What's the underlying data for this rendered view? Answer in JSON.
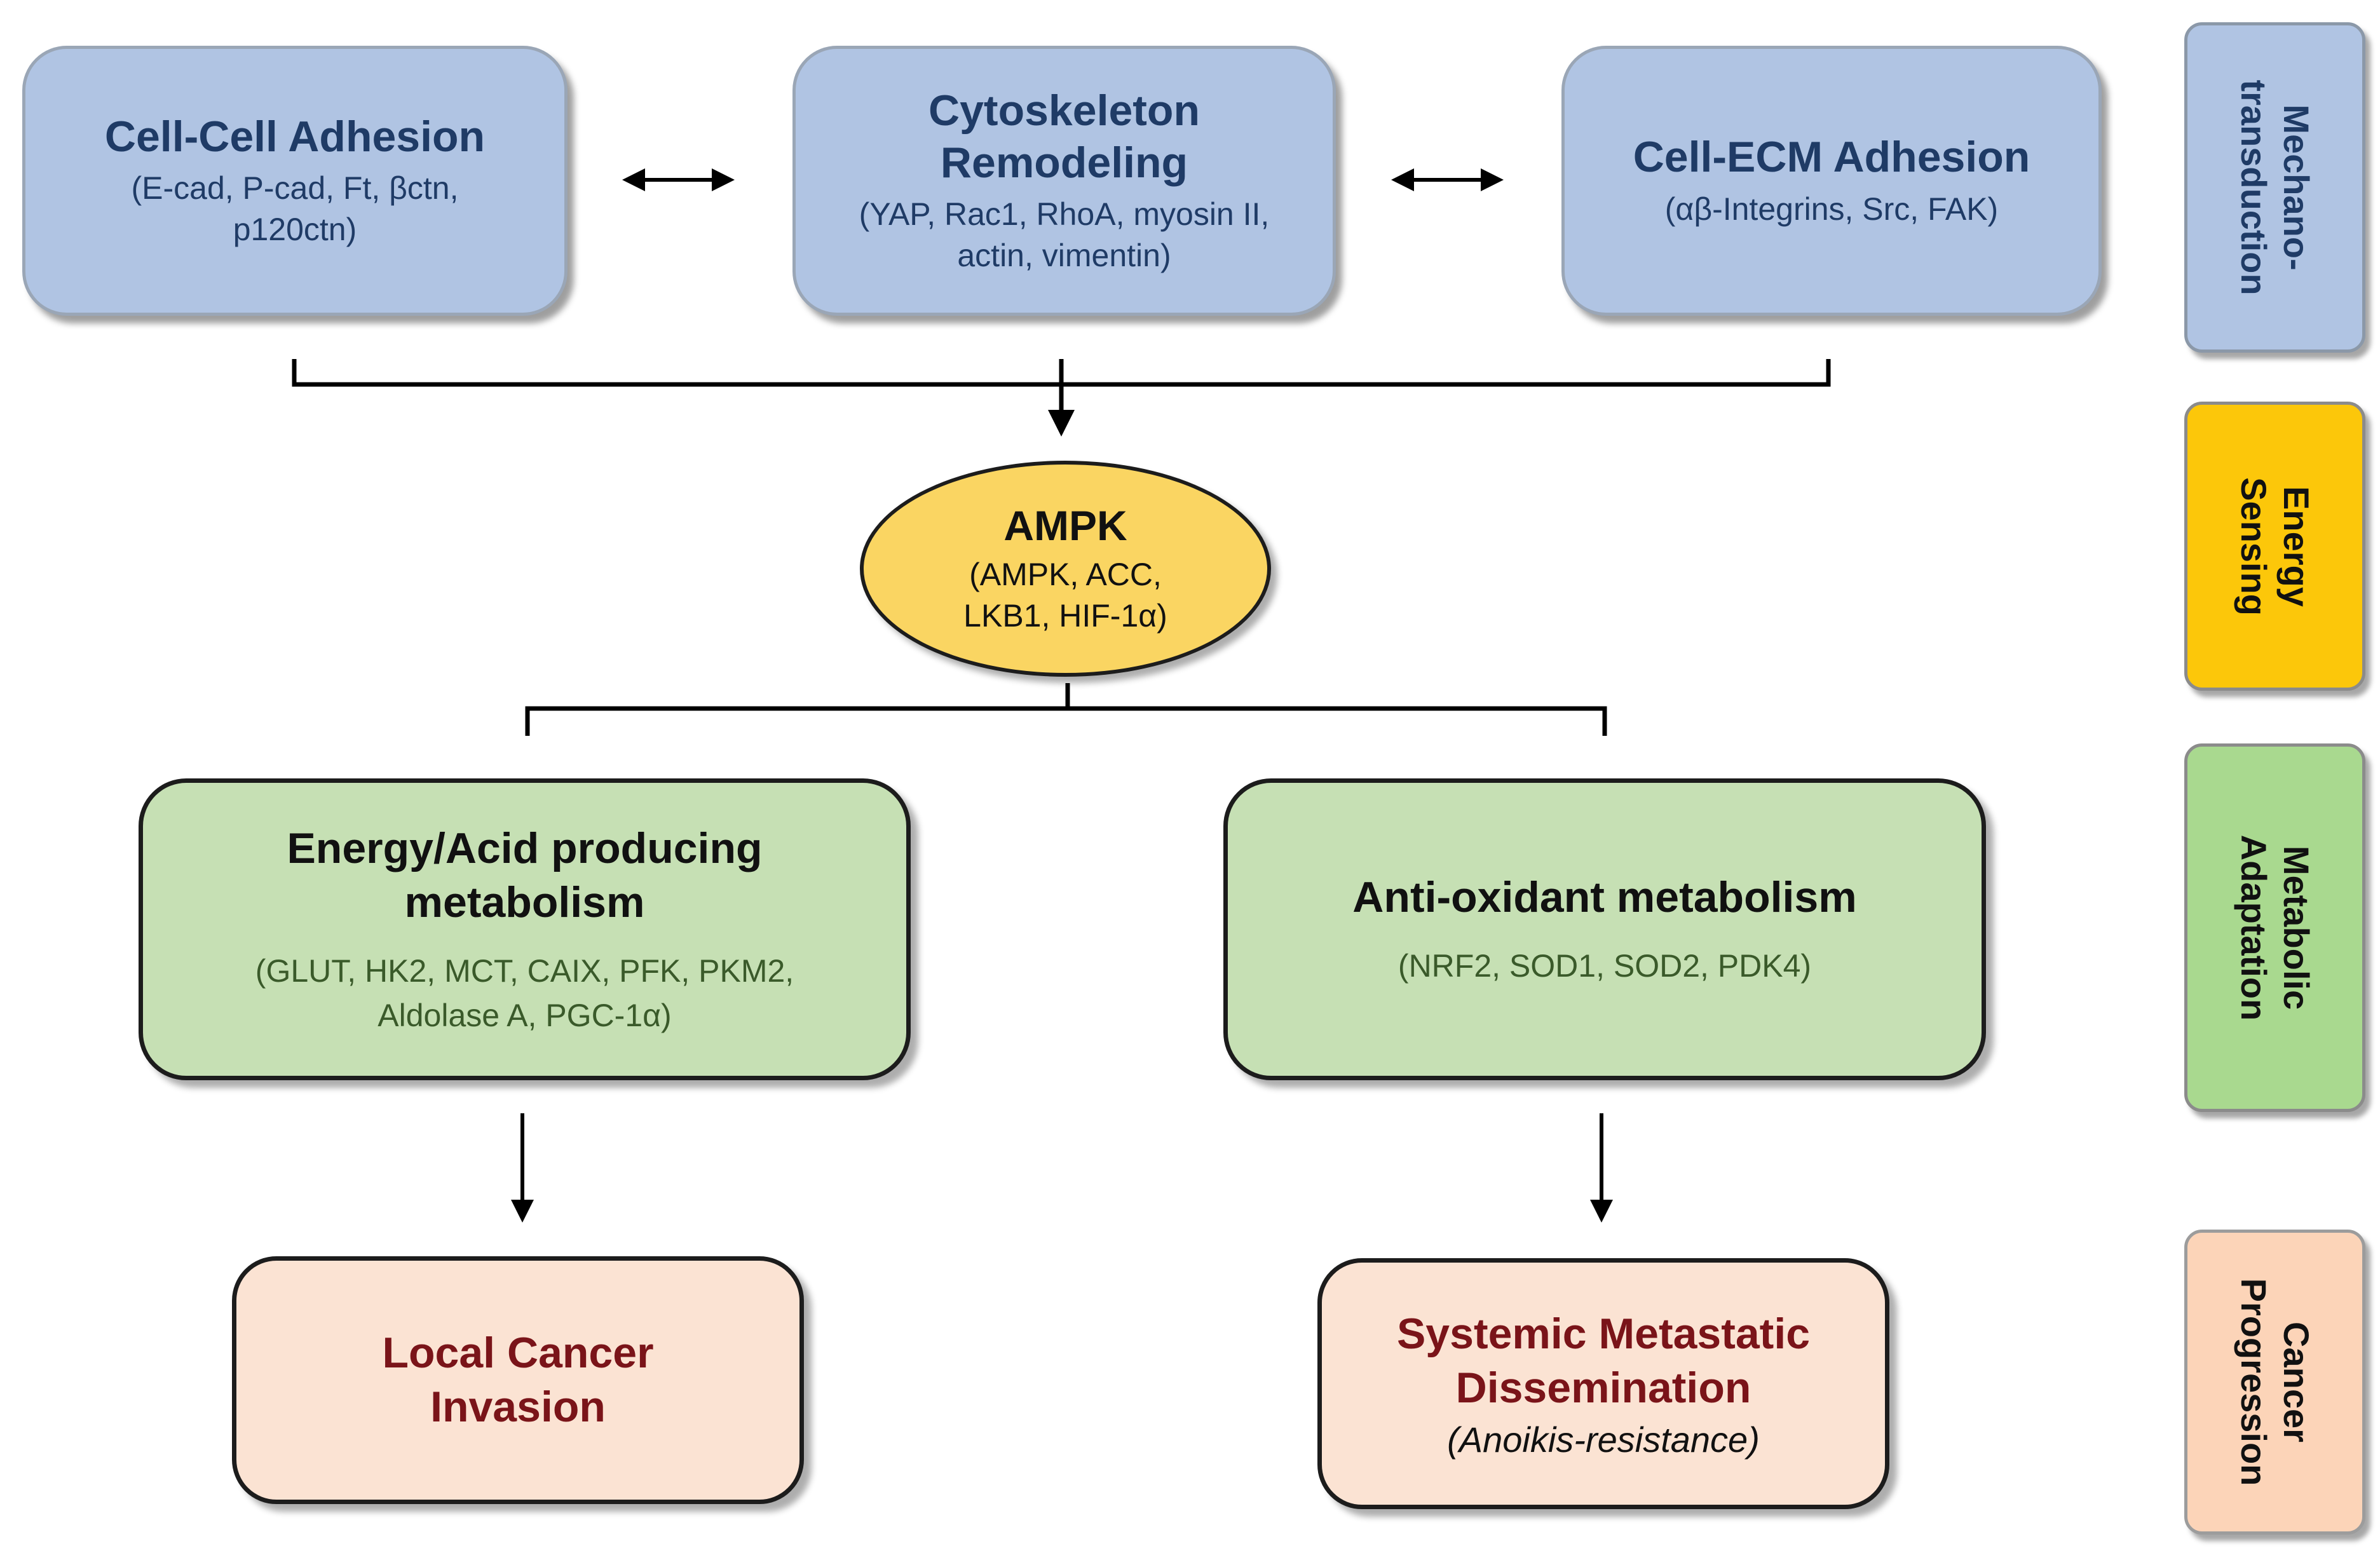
{
  "colors": {
    "mechanotransduction": "#b0c4e3",
    "energy_sensing": "#fcc70a",
    "metabolic_adaptation": "#c6e0b4",
    "cancer_progression": "#fbe3d3",
    "ampk": "#fad562",
    "dark_red_text": "#7a1419",
    "navy_text": "#1f3b66"
  },
  "top_row": {
    "cell_cell": {
      "title": "Cell-Cell Adhesion",
      "subtitle": "(E-cad, P-cad, Ft, βctn,\np120ctn)"
    },
    "cytoskeleton": {
      "title": "Cytoskeleton\nRemodeling",
      "subtitle": "(YAP, Rac1, RhoA, myosin II,\nactin, vimentin)"
    },
    "cell_ecm": {
      "title": "Cell-ECM Adhesion",
      "subtitle": "(αβ-Integrins, Src, FAK)"
    }
  },
  "ampk": {
    "title": "AMPK",
    "subtitle": "(AMPK, ACC,\nLKB1, HIF-1α)"
  },
  "metabolism": {
    "energy_acid": {
      "title": "Energy/Acid producing\nmetabolism",
      "subtitle": "(GLUT, HK2, MCT, CAIX, PFK, PKM2,\nAldolase A, PGC-1α)"
    },
    "antioxidant": {
      "title": "Anti-oxidant metabolism",
      "subtitle": "(NRF2, SOD1, SOD2, PDK4)"
    }
  },
  "outcomes": {
    "local": {
      "title": "Local Cancer\nInvasion"
    },
    "systemic": {
      "title": "Systemic Metastatic\nDissemination",
      "subtitle": "(Anoikis-resistance)"
    }
  },
  "side_labels": {
    "mechanotransduction": "Mechano-\ntransduction",
    "energy_sensing": "Energy\nSensing",
    "metabolic_adaptation": "Metabolic\nAdaptation",
    "cancer_progression": "Cancer\nProgression"
  }
}
